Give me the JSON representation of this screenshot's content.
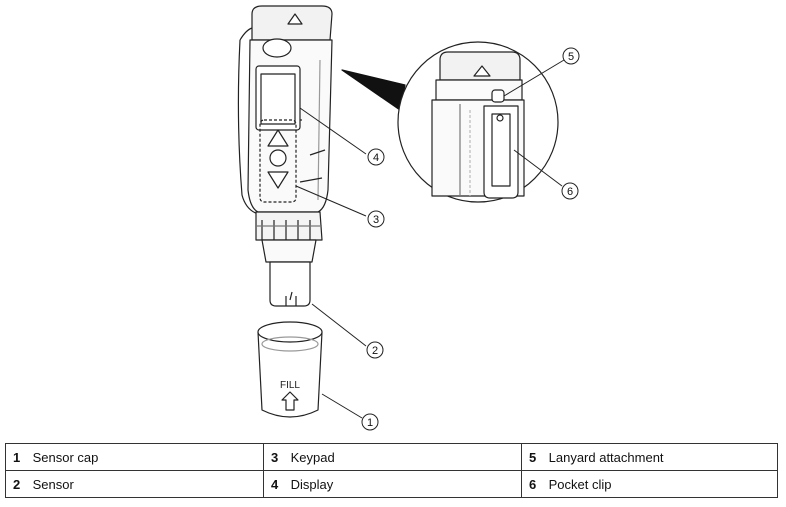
{
  "illustration": {
    "cup_label": "FILL",
    "callouts": [
      "1",
      "2",
      "3",
      "4",
      "5",
      "6"
    ]
  },
  "legend": {
    "rows": [
      [
        {
          "number": "1",
          "label": "Sensor cap"
        },
        {
          "number": "3",
          "label": "Keypad"
        },
        {
          "number": "5",
          "label": "Lanyard attachment"
        }
      ],
      [
        {
          "number": "2",
          "label": "Sensor"
        },
        {
          "number": "4",
          "label": "Display"
        },
        {
          "number": "6",
          "label": "Pocket clip"
        }
      ]
    ]
  }
}
